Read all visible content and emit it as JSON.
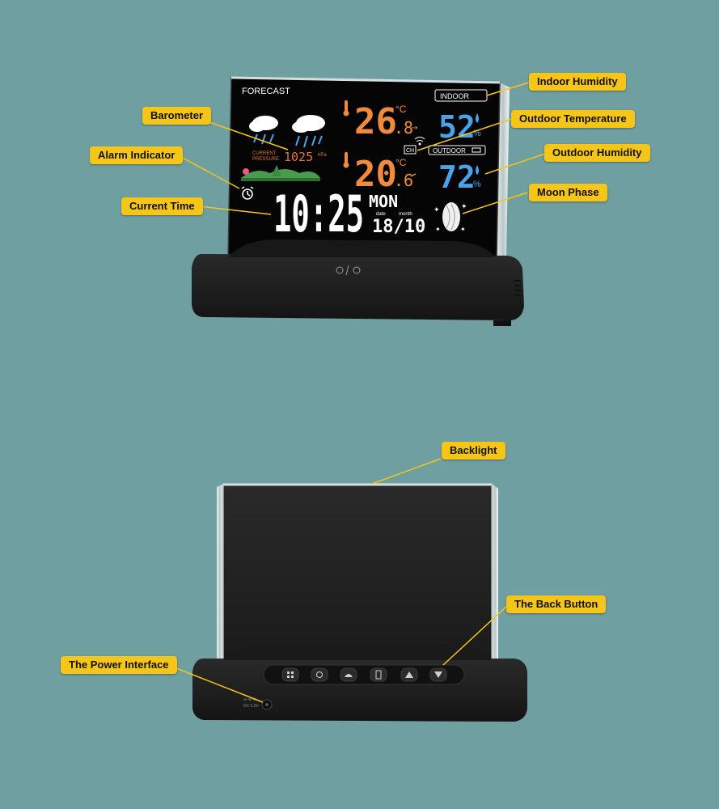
{
  "callouts": {
    "barometer": "Barometer",
    "alarm_indicator": "Alarm Indicator",
    "current_time": "Current Time",
    "indoor_humidity": "Indoor Humidity",
    "outdoor_temperature": "Outdoor Temperature",
    "outdoor_humidity": "Outdoor Humidity",
    "moon_phase": "Moon Phase",
    "backlight": "Backlight",
    "back_button": "The Back Button",
    "power_interface": "The Power Interface"
  },
  "display": {
    "forecast_label": "FORECAST",
    "indoor_label": "INDOOR",
    "outdoor_label": "OUTDOOR",
    "channel": "CH",
    "indoor_temp_int": "26",
    "indoor_temp_dec": ".8",
    "outdoor_temp_int": "20",
    "outdoor_temp_dec": ".6",
    "temp_unit": "°C",
    "indoor_humidity": "52",
    "outdoor_humidity": "72",
    "humidity_unit": "%",
    "pressure_label_1": "CURRENT",
    "pressure_label_2": "PRESSURE",
    "pressure_value": "1025",
    "pressure_unit": "hPa",
    "time": "10:25",
    "weekday": "MON",
    "date_label": "date",
    "month_label": "month",
    "date_value": "18/10"
  },
  "back_panel": {
    "power_label_1": "⊖-⊕-⊕",
    "power_label_2": "DC 5.0V"
  },
  "colors": {
    "background": "#6f9fa1",
    "callout": "#f5c518",
    "indoor_temp": "#f08a3c",
    "humidity": "#4aa3e8",
    "lcd_white": "#ffffff",
    "barometer_orange": "#e2733a",
    "device_black": "#1b1b1b"
  }
}
